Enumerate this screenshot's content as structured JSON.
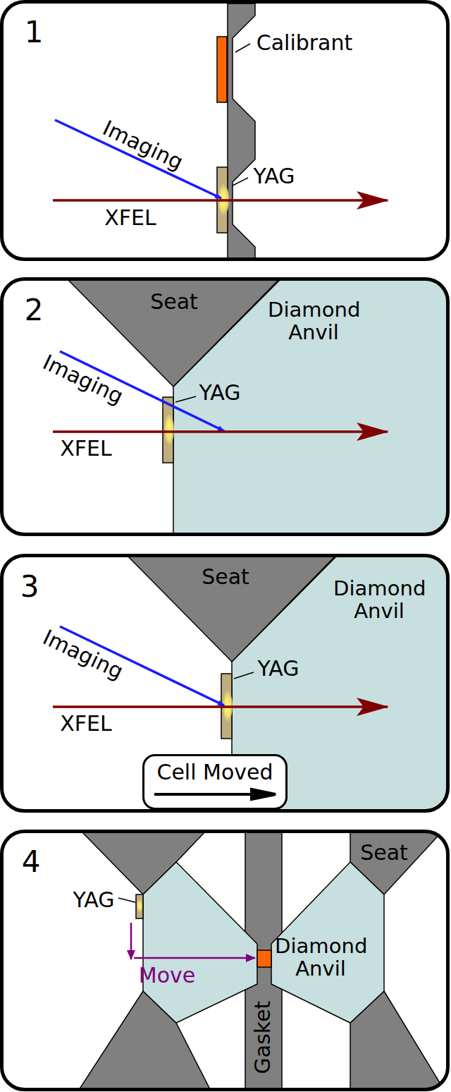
{
  "diagram": {
    "nodes": [
      {
        "text": [
          "Cell Moved"
        ]
      }
    ],
    "labels": [
      "1",
      "Calibrant",
      "Imaging",
      "YAG",
      "XFEL",
      "2",
      "Seat",
      "Diamond Anvil",
      "Imaging",
      "YAG",
      "XFEL",
      "3",
      "Seat",
      "Diamond Anvil",
      "Imaging",
      "YAG",
      "XFEL",
      "4",
      "Seat",
      "YAG",
      "Diamond Anvil",
      "Move",
      "Gasket"
    ]
  }
}
